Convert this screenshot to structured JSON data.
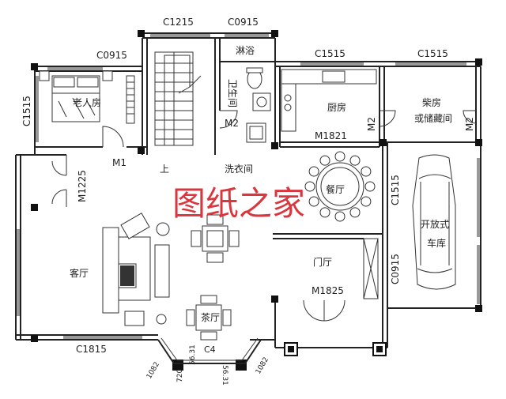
{
  "dimensions": {
    "top_windows": [
      "C1215",
      "C0915",
      "C0915",
      "C1515",
      "C1515"
    ],
    "left_window": "C1515",
    "bottom_left_window": "C1815",
    "doors": [
      "M1",
      "M1225",
      "M2",
      "M1821",
      "M2",
      "M2",
      "M1825"
    ],
    "garage_window_1": "C1515",
    "garage_window_2": "C0915",
    "bay_window": "C4",
    "bay_dims": [
      "1082",
      "720",
      "56.31",
      "56.31",
      "1082"
    ]
  },
  "rooms": {
    "shower": "淋浴",
    "bathroom": "卫生间",
    "elder_bedroom": "老人房",
    "kitchen": "厨房",
    "firewood_room_line1": "柴房",
    "firewood_room_line2": "或储藏间",
    "laundry": "洗衣间",
    "dining": "餐厅",
    "living": "客厅",
    "foyer": "门厅",
    "tea_room": "茶厅",
    "garage_line1": "开放式",
    "garage_line2": "车库",
    "stair_up": "上"
  },
  "watermark": "图纸之家"
}
